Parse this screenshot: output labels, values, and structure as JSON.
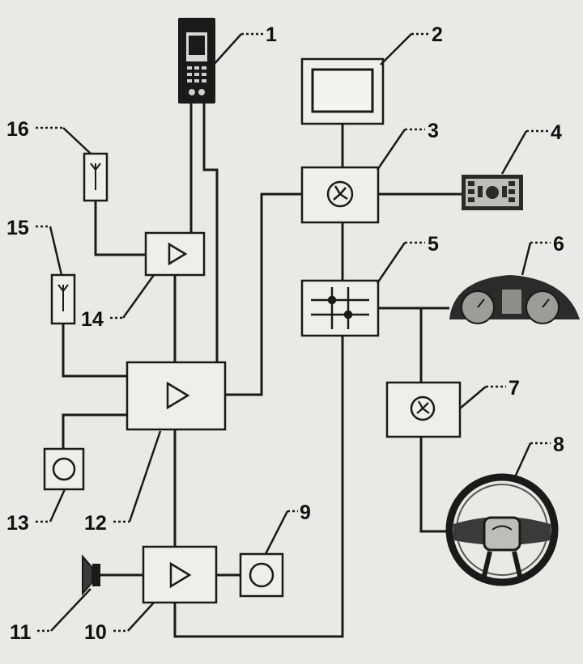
{
  "callouts": [
    {
      "id": "1",
      "component": "phone-handset"
    },
    {
      "id": "2",
      "component": "display-screen"
    },
    {
      "id": "3",
      "component": "control-unit"
    },
    {
      "id": "4",
      "component": "control-panel"
    },
    {
      "id": "5",
      "component": "gateway-junction"
    },
    {
      "id": "6",
      "component": "instrument-cluster"
    },
    {
      "id": "7",
      "component": "steering-control-unit"
    },
    {
      "id": "8",
      "component": "steering-wheel"
    },
    {
      "id": "9",
      "component": "sensor-round"
    },
    {
      "id": "10",
      "component": "amplifier"
    },
    {
      "id": "11",
      "component": "speaker"
    },
    {
      "id": "12",
      "component": "main-amplifier"
    },
    {
      "id": "13",
      "component": "sensor-round"
    },
    {
      "id": "14",
      "component": "amplifier"
    },
    {
      "id": "15",
      "component": "antenna"
    },
    {
      "id": "16",
      "component": "antenna"
    }
  ],
  "icons": {
    "amplifier": "triangle-icon",
    "control-unit": "asterisk-icon",
    "gateway": "crosshair-icon"
  }
}
